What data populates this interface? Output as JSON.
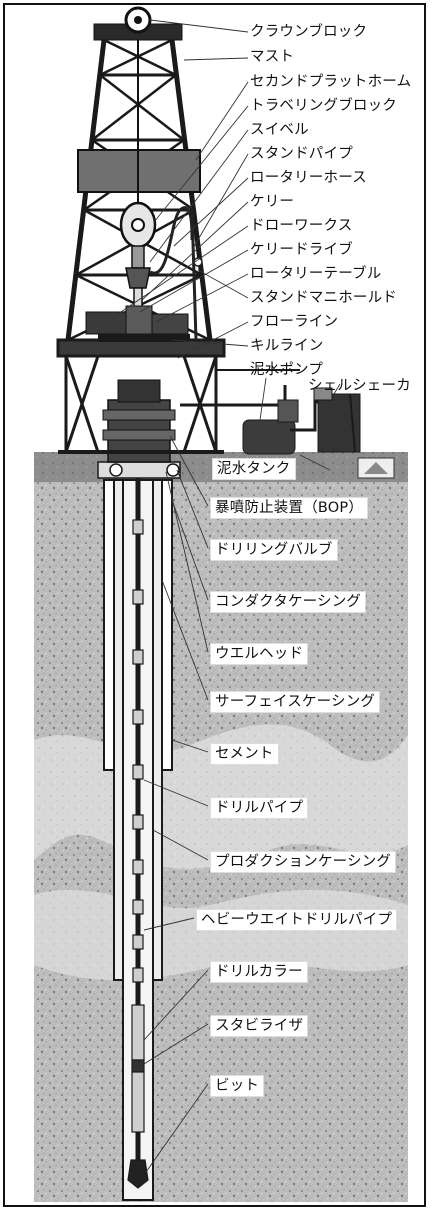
{
  "labels": [
    {
      "id": "crown-block",
      "text": "クラウンブロック"
    },
    {
      "id": "mast",
      "text": "マスト"
    },
    {
      "id": "second-platform",
      "text": "セカンドプラットホーム"
    },
    {
      "id": "traveling-block",
      "text": "トラベリングブロック"
    },
    {
      "id": "swivel",
      "text": "スイベル"
    },
    {
      "id": "standpipe",
      "text": "スタンドパイプ"
    },
    {
      "id": "rotary-hose",
      "text": "ロータリーホース"
    },
    {
      "id": "kelly",
      "text": "ケリー"
    },
    {
      "id": "drawworks",
      "text": "ドローワークス"
    },
    {
      "id": "kelly-drive",
      "text": "ケリードライブ"
    },
    {
      "id": "rotary-table",
      "text": "ロータリーテーブル"
    },
    {
      "id": "standpipe-manifold",
      "text": "スタンドマニホールド"
    },
    {
      "id": "flowline",
      "text": "フローライン"
    },
    {
      "id": "kill-line",
      "text": "キルライン"
    },
    {
      "id": "mud-pump",
      "text": "泥水ポンプ"
    },
    {
      "id": "shale-shaker",
      "text": "シェルシェーカ"
    },
    {
      "id": "mud-tank",
      "text": "泥水タンク"
    },
    {
      "id": "bop",
      "text": "暴噴防止装置（BOP）"
    },
    {
      "id": "drilling-valve",
      "text": "ドリリングバルブ"
    },
    {
      "id": "conductor-casing",
      "text": "コンダクタケーシング"
    },
    {
      "id": "wellhead",
      "text": "ウエルヘッド"
    },
    {
      "id": "surface-casing",
      "text": "サーフェイスケーシング"
    },
    {
      "id": "cement",
      "text": "セメント"
    },
    {
      "id": "drill-pipe",
      "text": "ドリルパイプ"
    },
    {
      "id": "production-casing",
      "text": "プロダクションケーシング"
    },
    {
      "id": "hwdp",
      "text": "ヘビーウエイトドリルパイプ"
    },
    {
      "id": "drill-collar",
      "text": "ドリルカラー"
    },
    {
      "id": "stabilizer",
      "text": "スタビライザ"
    },
    {
      "id": "bit",
      "text": "ビット"
    }
  ],
  "colors": {
    "ground": "#8f8f8f",
    "rock": "#c4c4c4",
    "rock_light": "#d9d9d9",
    "steel": "#1a1a1a",
    "equipment": "#555555"
  }
}
